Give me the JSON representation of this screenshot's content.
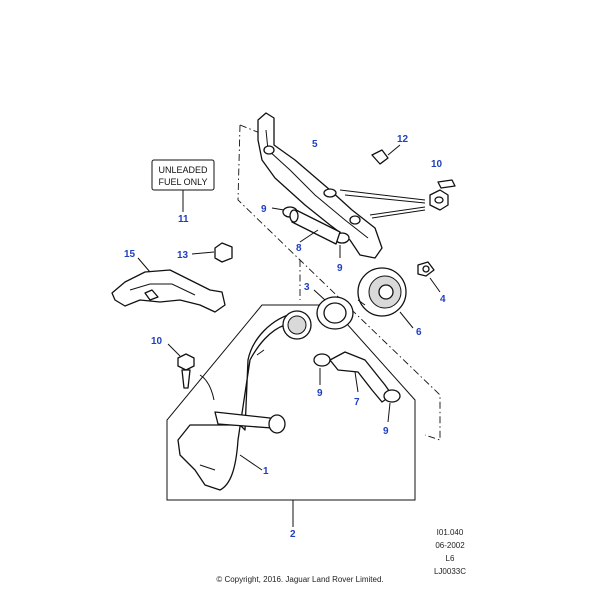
{
  "label_plate": {
    "line1": "UNLEADED",
    "line2": "FUEL ONLY"
  },
  "callouts": {
    "c1": "1",
    "c2": "2",
    "c3": "3",
    "c4": "4",
    "c5": "5",
    "c6": "6",
    "c7": "7",
    "c8": "8",
    "c9a": "9",
    "c9b": "9",
    "c9c": "9",
    "c9d": "9",
    "c10a": "10",
    "c10b": "10",
    "c11": "11",
    "c12": "12",
    "c13": "13",
    "c15": "15"
  },
  "meta": {
    "ref": "I01.040",
    "date": "06-2002",
    "code": "L6",
    "drawing": "LJ0033C"
  },
  "copyright": "© Copyright, 2016. Jaguar Land Rover Limited.",
  "colors": {
    "callout": "#1f3fbf",
    "lines": "#111111"
  }
}
